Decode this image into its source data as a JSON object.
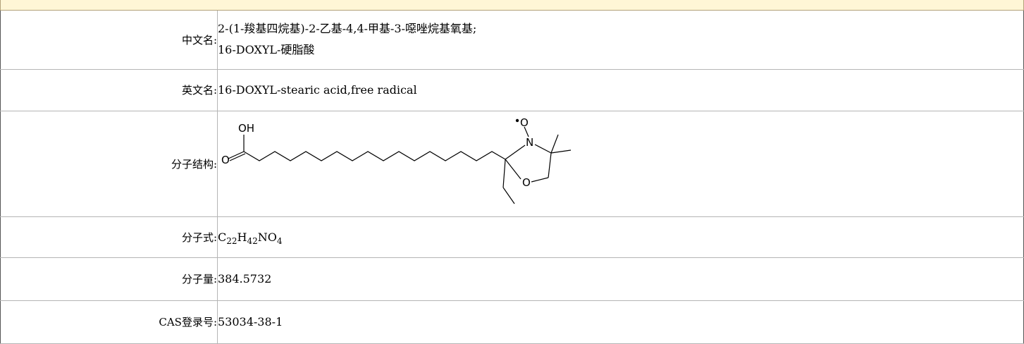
{
  "rows": {
    "chinese_name": {
      "label": "中文名:",
      "lines": [
        "2-(1-羧基四烷基)-2-乙基-4,4-甲基-3-噁唑烷基氧基;",
        "16-DOXYL-硬脂酸"
      ]
    },
    "english_name": {
      "label": "英文名:",
      "value": "16-DOXYL-stearic acid,free radical"
    },
    "structure": {
      "label": "分子结构:",
      "atoms": {
        "oh": "OH",
        "o_carbonyl": "O",
        "n": "N",
        "o_radical": "O",
        "o_ring": "O"
      }
    },
    "formula": {
      "label": "分子式:",
      "parts": [
        "C",
        "22",
        "H",
        "42",
        "NO",
        "4"
      ]
    },
    "molecular_weight": {
      "label": "分子量:",
      "value": "384.5732"
    },
    "cas": {
      "label": "CAS登录号:",
      "value": "53034-38-1"
    }
  },
  "colors": {
    "header_band": "#fff6d6",
    "border": "#b5b5b5"
  }
}
